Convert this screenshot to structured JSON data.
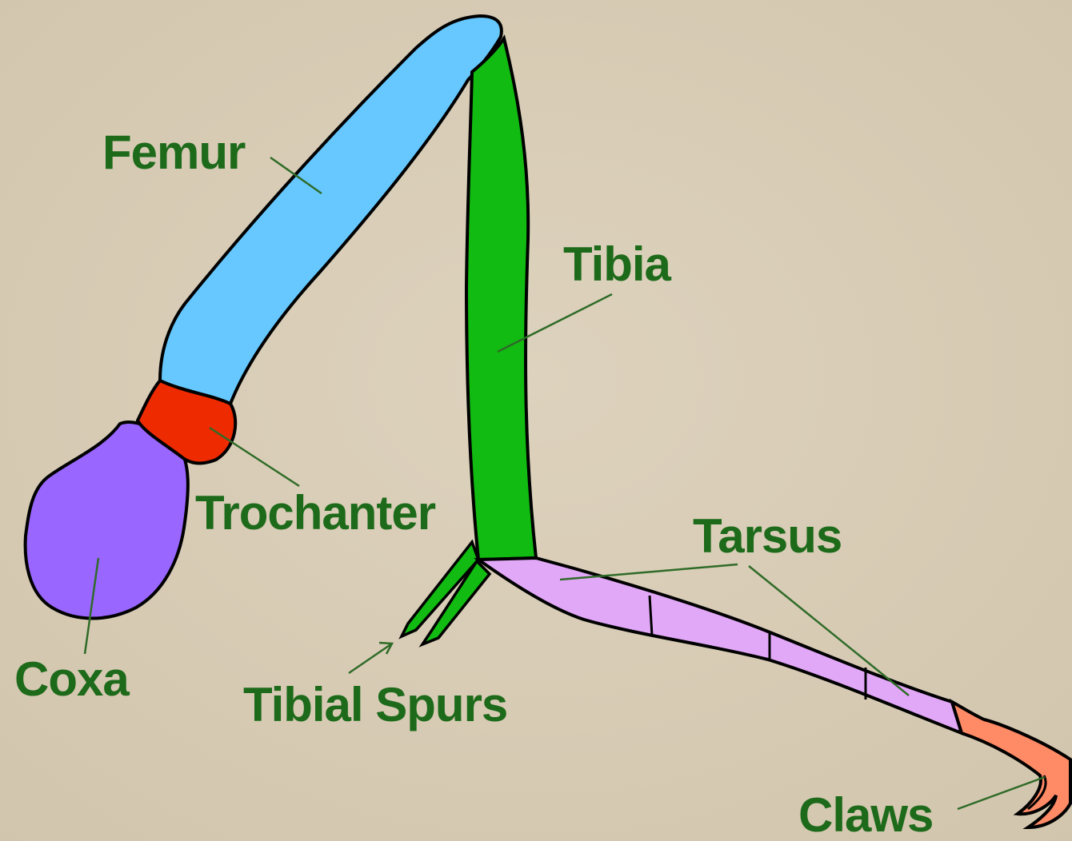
{
  "colors": {
    "background": "#d9cdb8",
    "label_text": "#1d6a1a",
    "leader_line": "#2f6b28",
    "outline": "#000000",
    "coxa": "#9966ff",
    "trochanter": "#ee2a00",
    "femur": "#66c8ff",
    "tibia": "#11bb11",
    "tibial_spurs": "#11bb11",
    "tarsus": "#e2a8f8",
    "claws": "#ff8a66"
  },
  "labels": {
    "femur": "Femur",
    "tibia": "Tibia",
    "trochanter": "Trochanter",
    "tarsus": "Tarsus",
    "coxa": "Coxa",
    "tibial_spurs": "Tibial Spurs",
    "claws": "Claws"
  }
}
